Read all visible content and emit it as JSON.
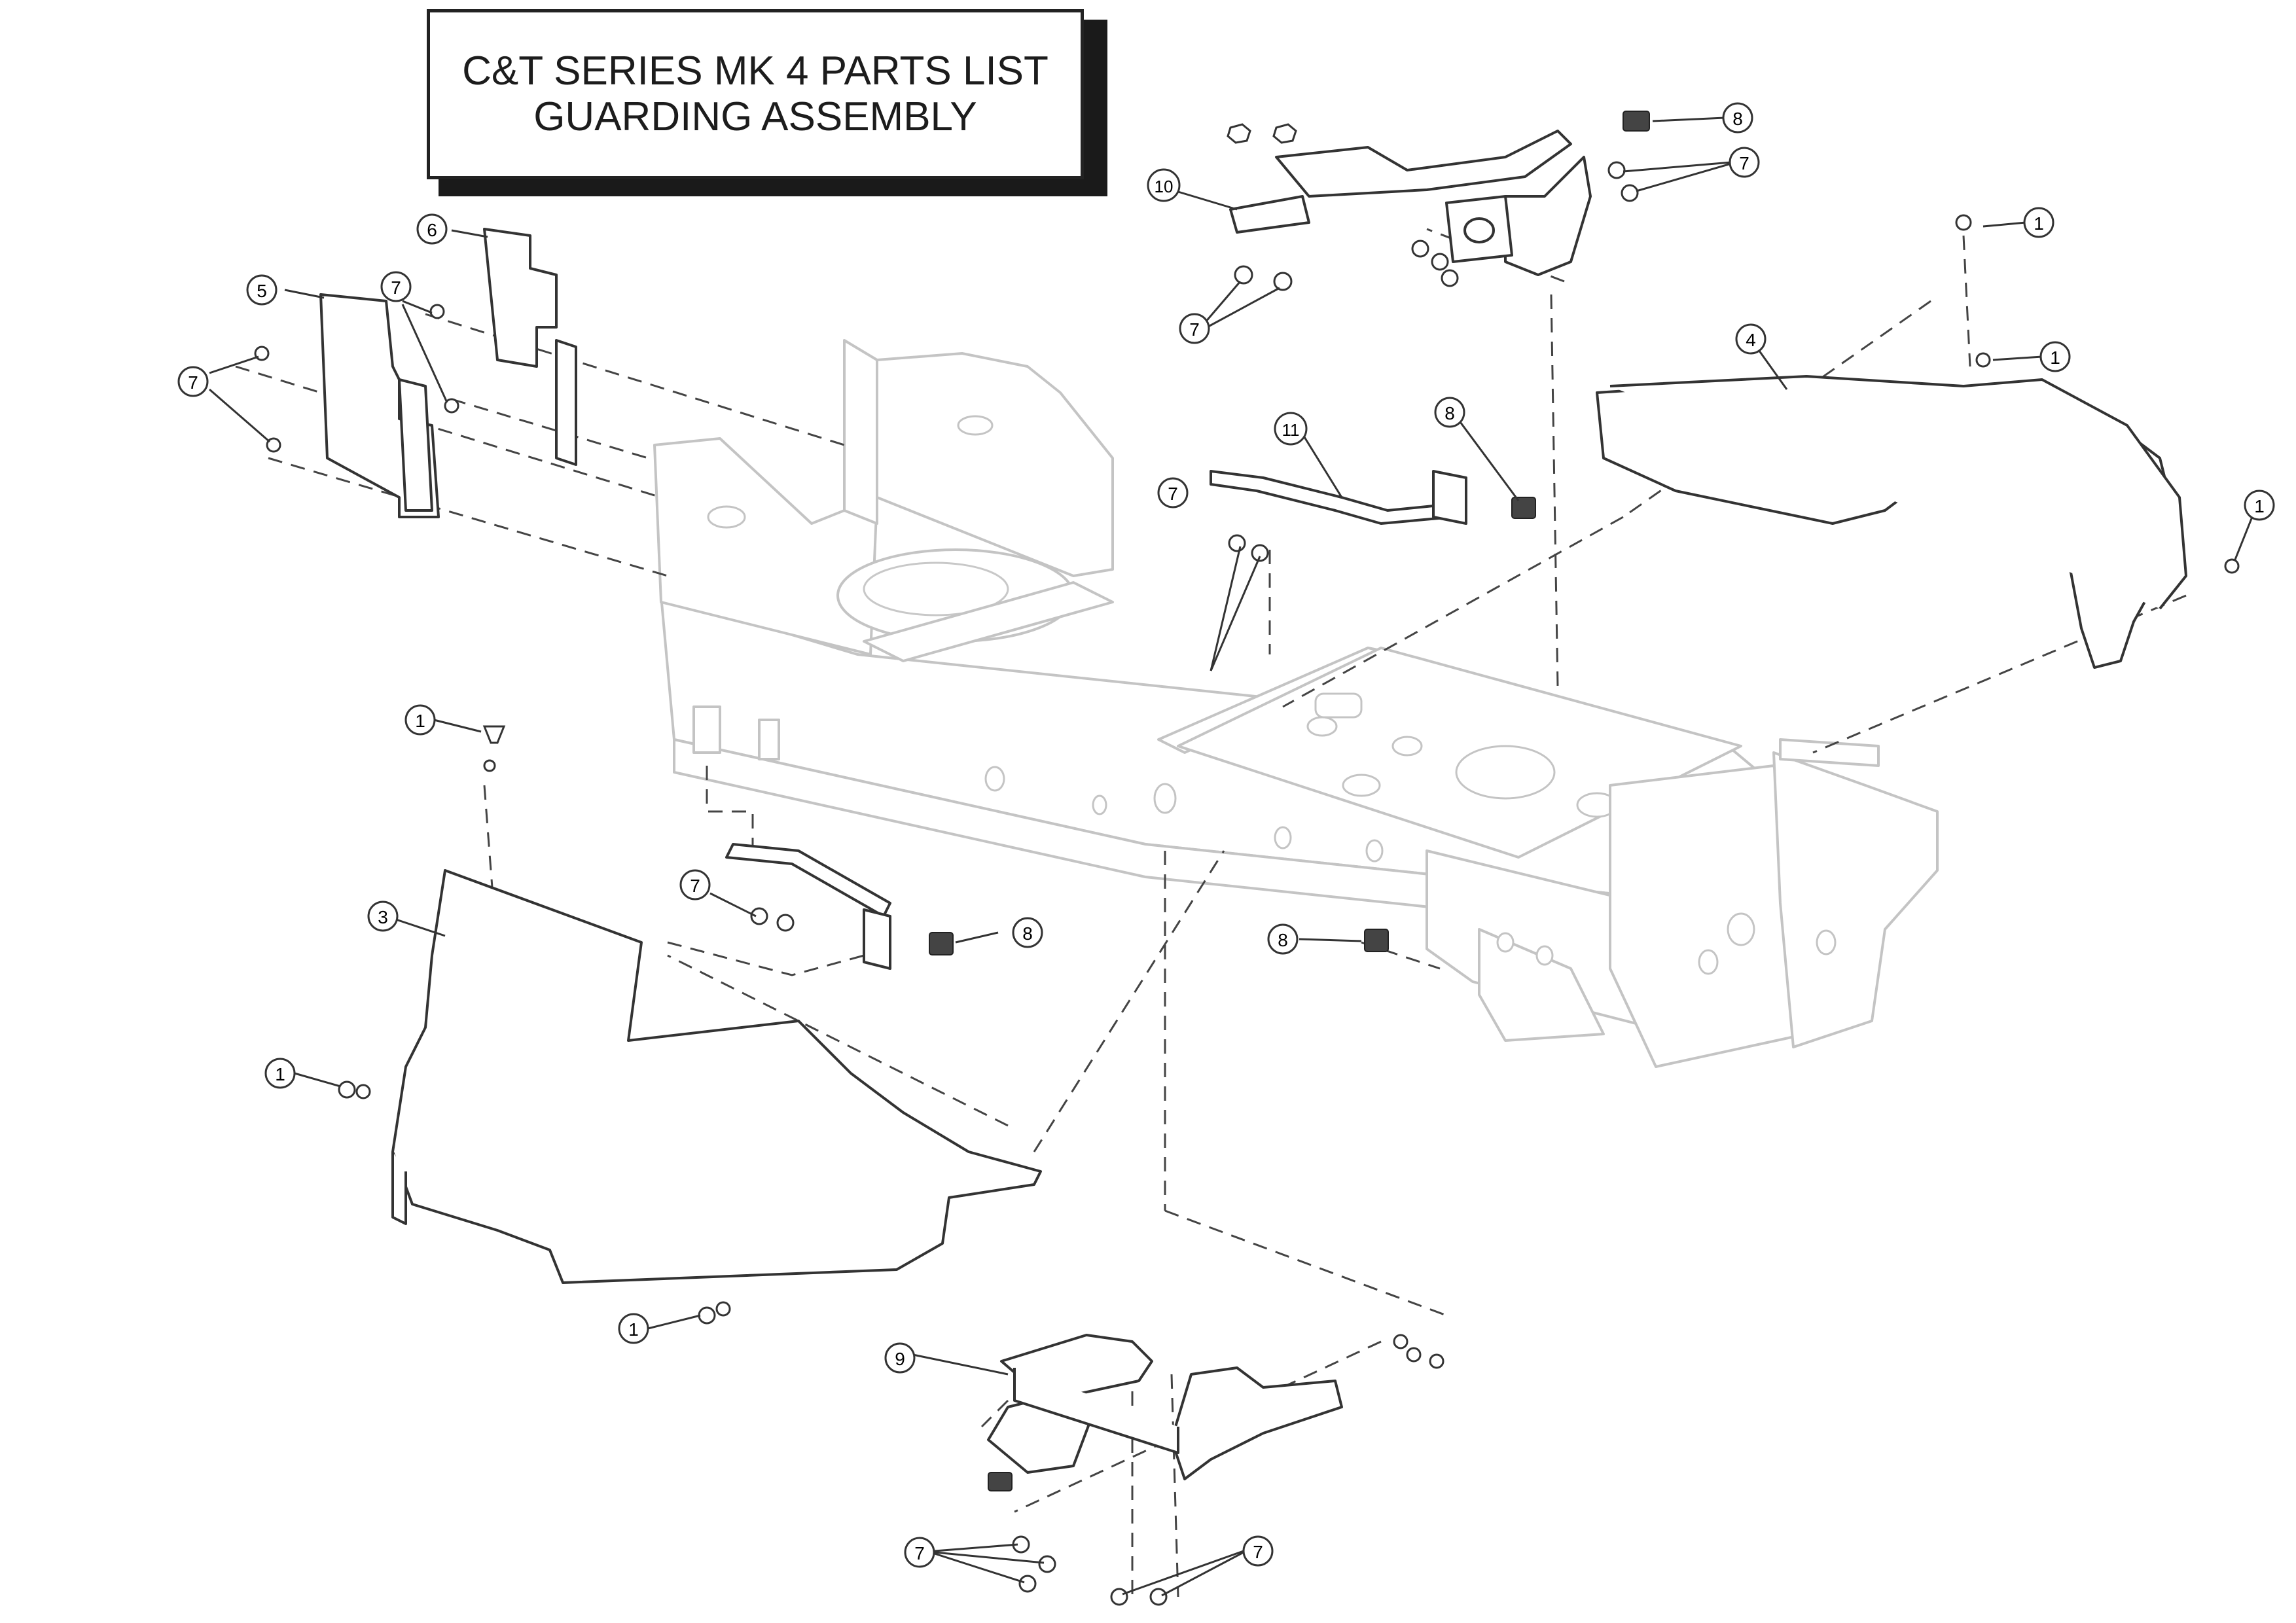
{
  "title": {
    "line1": "C&T SERIES MK 4 PARTS LIST",
    "line2": "GUARDING ASSEMBLY"
  },
  "callouts": [
    {
      "id": "c1a",
      "label": "1"
    },
    {
      "id": "c1b",
      "label": "1"
    },
    {
      "id": "c1c",
      "label": "1"
    },
    {
      "id": "c1d",
      "label": "1"
    },
    {
      "id": "c1e",
      "label": "1"
    },
    {
      "id": "c1f",
      "label": "1"
    },
    {
      "id": "c3",
      "label": "3"
    },
    {
      "id": "c4",
      "label": "4"
    },
    {
      "id": "c5",
      "label": "5"
    },
    {
      "id": "c6",
      "label": "6"
    },
    {
      "id": "c7a",
      "label": "7"
    },
    {
      "id": "c7b",
      "label": "7"
    },
    {
      "id": "c7c",
      "label": "7"
    },
    {
      "id": "c7d",
      "label": "7"
    },
    {
      "id": "c7e",
      "label": "7"
    },
    {
      "id": "c7f",
      "label": "7"
    },
    {
      "id": "c7g",
      "label": "7"
    },
    {
      "id": "c7h",
      "label": "7"
    },
    {
      "id": "c8a",
      "label": "8"
    },
    {
      "id": "c8b",
      "label": "8"
    },
    {
      "id": "c8c",
      "label": "8"
    },
    {
      "id": "c8d",
      "label": "8"
    },
    {
      "id": "c9",
      "label": "9"
    },
    {
      "id": "c10",
      "label": "10"
    },
    {
      "id": "c11",
      "label": "11"
    }
  ],
  "colors": {
    "line": "#3a3a3a",
    "frame": "#c4c4c4",
    "shade": "#e3e3e3"
  }
}
